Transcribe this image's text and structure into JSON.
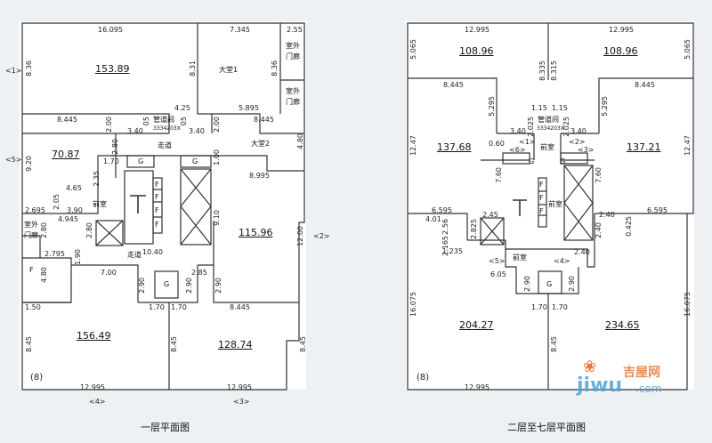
{
  "plan1": {
    "title": "一层平面图",
    "areas": [
      "153.89",
      "70.87",
      "115.96",
      "156.49",
      "128.74"
    ],
    "rooms": {
      "hall1": "大堂1",
      "hall2": "大堂2",
      "corridor_top": "走道",
      "corridor_bottom": "走道",
      "front_room": "前室",
      "pipe_well": "管道间",
      "pipe_code": "3334203X",
      "porch_a": "室外",
      "porch_b": "门廊",
      "porch2_a": "室外",
      "porch2_b": "门廊",
      "porch3_a": "室外",
      "porch3_b": "门廊",
      "stair_t": "T"
    },
    "letters": {
      "g1": "G",
      "g2": "G",
      "g3": "G",
      "f1": "F",
      "f2": "F",
      "f3": "F",
      "f4": "F",
      "f5": "F"
    },
    "markers": {
      "m1": "<1>",
      "m5": "<5>",
      "m2": "<2>",
      "m4": "<4>",
      "m3": "<3>",
      "m8": "(8)"
    },
    "dims": {
      "d16095": "16.095",
      "d7345": "7.345",
      "d255": "2.55",
      "d836a": "8.36",
      "d831": "8.31",
      "d836b": "8.36",
      "d425": "4.25",
      "d5895": "5.895",
      "d8445a": "8.445",
      "d8445b": "8.445",
      "d200a": "2.00",
      "d200b": "2.00",
      "d340a": "3.40",
      "d340b": "3.40",
      "d05a": "05",
      "d05b": "05",
      "d280a": "2.80",
      "d920": "9.20",
      "d170a": "1.70",
      "d100": "1.00",
      "d480a": "4.80",
      "d8995": "8.995",
      "d465": "4.65",
      "d235": "2.35",
      "d205": "2.05",
      "d2695": "2.695",
      "d390": "3.90",
      "d4945": "4.945",
      "d280b": "2.80",
      "d280c": "2.80",
      "d910": "9.10",
      "d1200": "12.00",
      "d2795": "2.795",
      "d190": "1.90",
      "d1040": "10.40",
      "d480b": "4.80",
      "d700": "7.00",
      "d285": "2.85",
      "d290a": "2.90",
      "d290b": "2.90",
      "d290c": "2.90",
      "d150": "1.50",
      "d170b": "1.70",
      "d170c": "1.70",
      "d8445c": "8.445",
      "d845a": "8.45",
      "d845b": "8.45",
      "d845c": "8.45",
      "d12995a": "12.995",
      "d12995b": "12.995"
    }
  },
  "plan2": {
    "title": "二层至七层平面图",
    "areas": [
      "108.96",
      "108.96",
      "137.68",
      "137.21",
      "204.27",
      "234.65"
    ],
    "rooms": {
      "front1": "前室",
      "front2": "前室",
      "front3": "前室",
      "pipe_well": "管道间",
      "pipe_code": "3334203X",
      "stair_t": "T"
    },
    "letters": {
      "g1": "G",
      "g2": "G",
      "g3": "G",
      "f1": "F",
      "f2": "F",
      "f3": "F"
    },
    "markers": {
      "m1": "<1>",
      "m2": "<2>",
      "m6": "<6>",
      "m3": "<3>",
      "m5": "<5>",
      "m4": "<4>",
      "m8": "(8)"
    },
    "dims": {
      "d12995a": "12.995",
      "d12995b": "12.995",
      "d5065a": "5.065",
      "d5065b": "5.065",
      "d8335": "8.335",
      "d8315": "8.315",
      "d8445a": "8.445",
      "d8445b": "8.445",
      "d5295a": "5.295",
      "d5295b": "5.295",
      "d115a": "1.15",
      "d115b": "1.15",
      "d2025a": "2.025",
      "d2025b": "2.025",
      "d340a": "3.40",
      "d340b": "3.40",
      "d1247a": "12.47",
      "d1247b": "12.47",
      "d060": "0.60",
      "d760a": "7.60",
      "d760b": "7.60",
      "d6595a": "6.595",
      "d6595b": "6.595",
      "d245": "2.45",
      "d240a": "2.40",
      "d240b": "2.40",
      "d240c": "2.40",
      "d0425": "0.425",
      "d401": "4.01",
      "d256": "2.56",
      "d2825": "2.825",
      "d2165": "2.165",
      "d1235": "1.235",
      "d605": "6.05",
      "d290a": "2.90",
      "d290b": "2.90",
      "d170a": "1.70",
      "d170b": "1.70",
      "d16075a": "16.075",
      "d16075b": "16.075",
      "d845": "8.45",
      "d12995c": "12.995"
    }
  },
  "watermark": {
    "brand": "jiwu",
    "domain": ".com",
    "cn": "吉屋网"
  }
}
